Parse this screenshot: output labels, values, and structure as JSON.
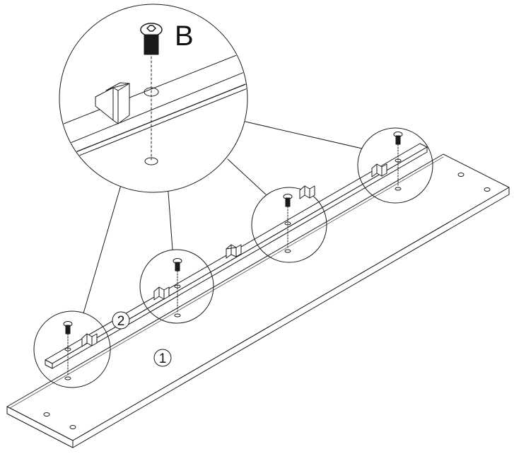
{
  "diagram": {
    "fastener_label": "B",
    "part_labels": [
      {
        "id": "board",
        "text": "1"
      },
      {
        "id": "rail",
        "text": "2"
      }
    ],
    "screw_positions_count": 4,
    "colors": {
      "line": "#1a1a1a",
      "fill": "#ffffff",
      "background": "#ffffff"
    }
  }
}
